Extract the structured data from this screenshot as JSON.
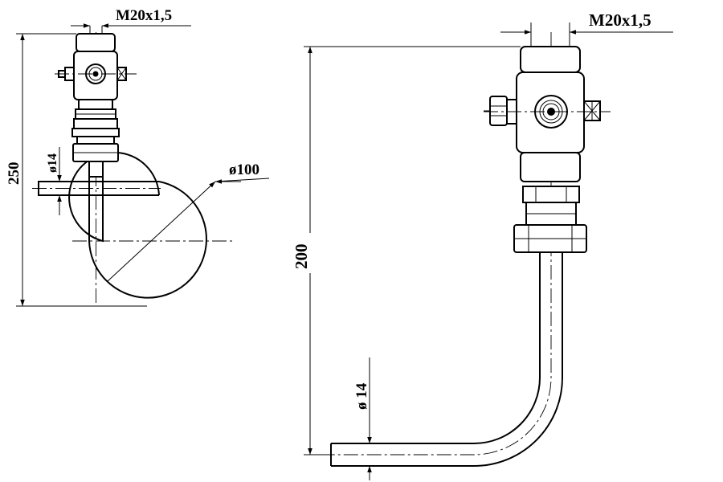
{
  "left_view": {
    "thread_label": "M20x1,5",
    "height_label": "250",
    "tube_dia_label": "ø14",
    "loop_dia_label": "ø100"
  },
  "right_view": {
    "thread_label": "M20x1,5",
    "height_label": "200",
    "tube_dia_label": "ø 14"
  }
}
